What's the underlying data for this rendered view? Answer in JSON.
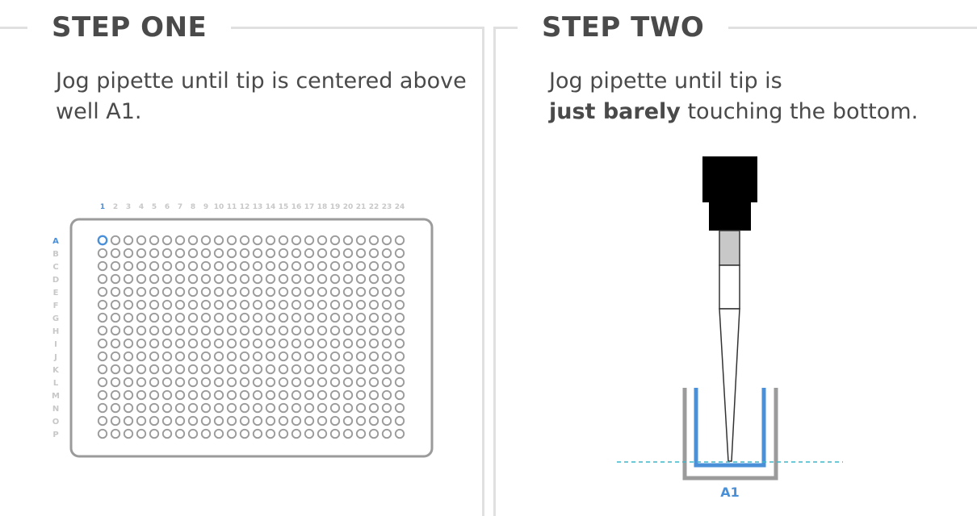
{
  "step_one": {
    "title": "STEP ONE",
    "instruction_line1": "Jog pipette until tip is centered above",
    "instruction_line2": "well A1.",
    "plate": {
      "column_labels": [
        "1",
        "2",
        "3",
        "4",
        "5",
        "6",
        "7",
        "8",
        "9",
        "10",
        "11",
        "12",
        "13",
        "14",
        "15",
        "16",
        "17",
        "18",
        "19",
        "20",
        "21",
        "22",
        "23",
        "24"
      ],
      "row_labels": [
        "A",
        "B",
        "C",
        "D",
        "E",
        "F",
        "G",
        "H",
        "I",
        "J",
        "K",
        "L",
        "M",
        "N",
        "O",
        "P"
      ],
      "highlighted_well": "A1"
    }
  },
  "step_two": {
    "title": "STEP TWO",
    "instruction_line1": "Jog pipette until tip is",
    "instruction_bold": "just barely",
    "instruction_rest": " touching the bottom.",
    "well_label": "A1"
  },
  "colors": {
    "highlight": "#4a90d9",
    "well_outline": "#9b9b9b",
    "plate_border": "#9b9b9b",
    "label_gray": "#c8c8c8",
    "dashed_line": "#3fb6c9",
    "pipette_body": "#000000",
    "tip_collar": "#c8c8c8"
  }
}
